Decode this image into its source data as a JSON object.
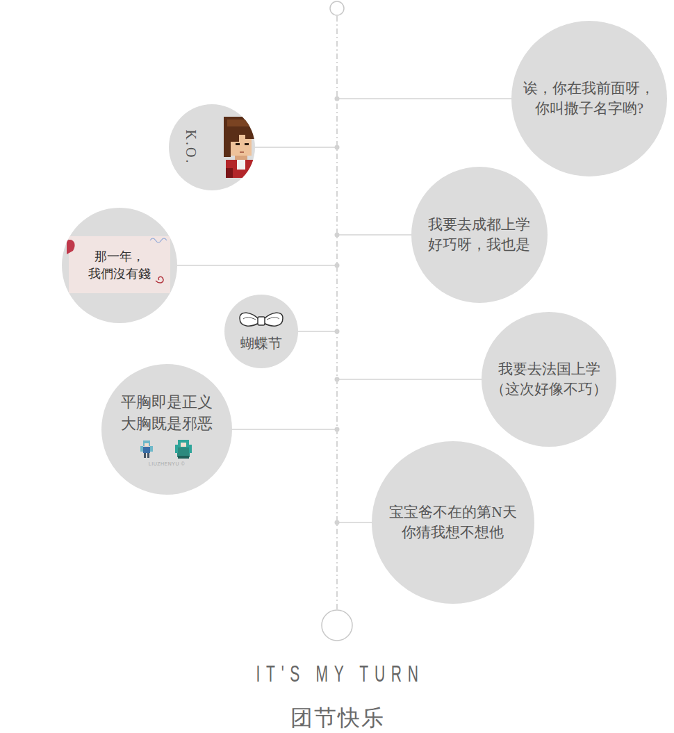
{
  "diagram": {
    "nodes": [
      {
        "text": [
          "诶，你在我前面呀， 你叫撒子名字哟?"
        ]
      },
      {
        "text": [
          "K.O."
        ]
      },
      {
        "text": [
          "我要去成都上学 好巧呀，我也是"
        ]
      },
      {
        "text": [
          "那一年， 我們沒有錢"
        ]
      },
      {
        "text": [
          "蝴蝶节"
        ]
      },
      {
        "text": [
          "我要去法国上学 （这次好像不巧）"
        ]
      },
      {
        "text": [
          "平胸即是正义 大胸既是邪恶",
          "LIUZHENYU ©"
        ]
      },
      {
        "text": [
          "宝宝爸不在的第N天 你猜我想不想他"
        ]
      }
    ],
    "labels": [
      "IT'S MY TURN",
      "团节快乐"
    ]
  }
}
